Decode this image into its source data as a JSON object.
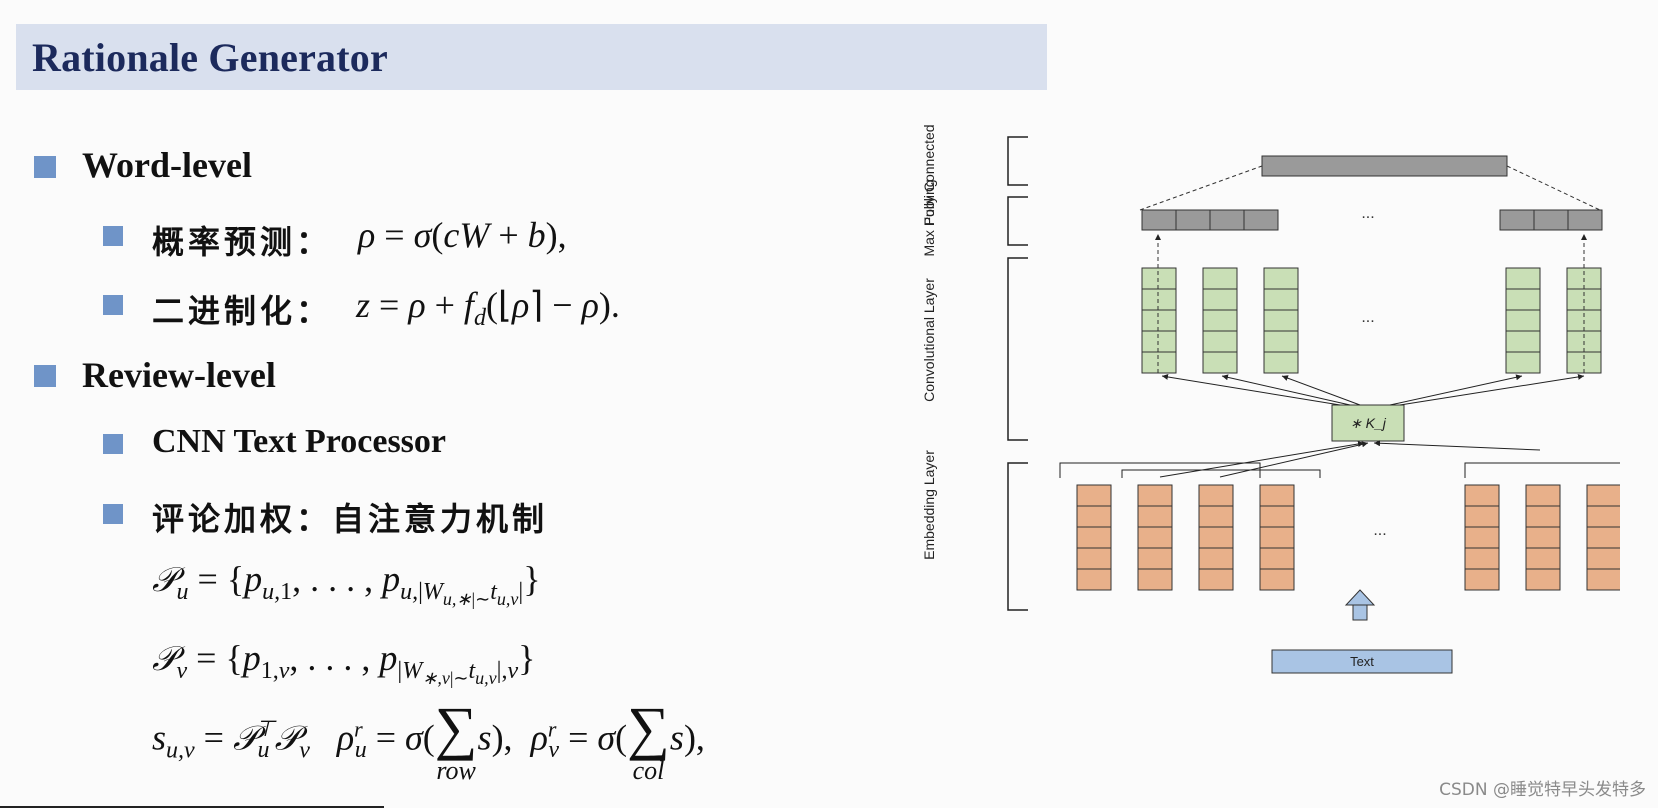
{
  "slide": {
    "title": "Rationale Generator",
    "word_level": {
      "heading": "Word-level",
      "items": [
        {
          "label": "概率预测：",
          "formula": "ρ = σ(cW + b),"
        },
        {
          "label": "二进制化：",
          "formula": "z = ρ + f_d(⌊ρ⌉ − ρ)."
        }
      ]
    },
    "review_level": {
      "heading": "Review-level",
      "items": [
        {
          "label": "CNN Text Processor"
        },
        {
          "label": "评论加权：自注意力机制"
        }
      ]
    },
    "formulas": {
      "pu": "𝒫_u = {p_{u,1}, . . . , p_{u,|W_{u,*}|~t_{u,v}|}}",
      "pv": "𝒫_v = {p_{1,v}, . . . , p_{|W_{*,v}|~t_{u,v}|,v}}",
      "s": "s_{u,v} = 𝒫_u^⊤ 𝒫_v   ρ_u^r = σ(Σ_row s),  ρ_v^r = σ(Σ_col s),"
    }
  },
  "diagram": {
    "layer_labels": [
      "Fully Connected",
      "Max Pooling",
      "Convolutional Layer",
      "Embedding Layer"
    ],
    "kernel_label": "∗ K_j",
    "ellipsis": "...",
    "input_label": "Text",
    "colors": {
      "fc": "#9a9a9a",
      "pool": "#9a9a9a",
      "conv": "#c9dfb6",
      "embed": "#e8b08a",
      "text_box": "#a9c4e4",
      "arrow_up": "#a9c4e4"
    }
  },
  "watermark": "CSDN @睡觉特早头发特多"
}
